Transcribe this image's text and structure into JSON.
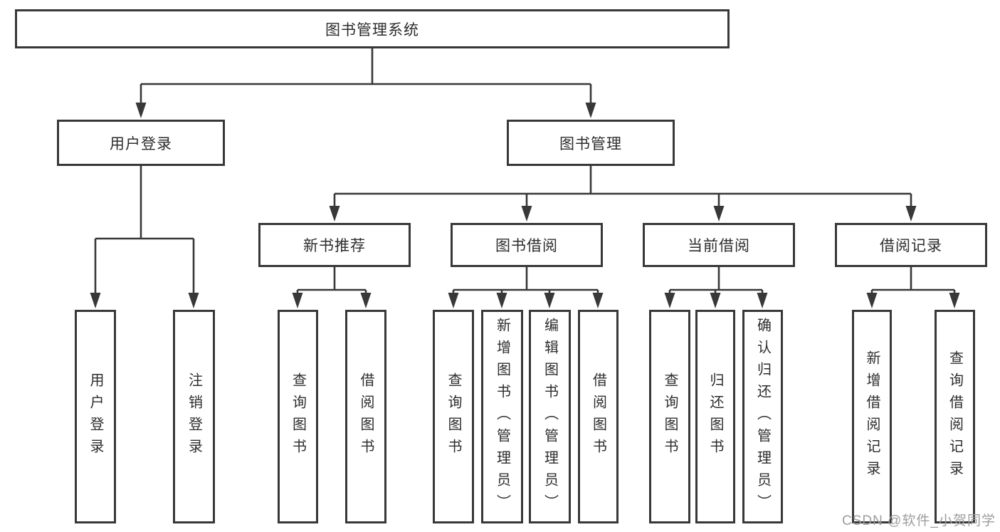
{
  "tree": {
    "label": "图书管理系统",
    "children": [
      {
        "label": "用户登录",
        "children": [
          {
            "label": "用户登录"
          },
          {
            "label": "注销登录"
          }
        ]
      },
      {
        "label": "图书管理",
        "children": [
          {
            "label": "新书推荐",
            "children": [
              {
                "label": "查询图书"
              },
              {
                "label": "借阅图书"
              }
            ]
          },
          {
            "label": "图书借阅",
            "children": [
              {
                "label": "查询图书"
              },
              {
                "label": "新增图书（管理员）"
              },
              {
                "label": "编辑图书（管理员）"
              },
              {
                "label": "借阅图书"
              }
            ]
          },
          {
            "label": "当前借阅",
            "children": [
              {
                "label": "查询图书"
              },
              {
                "label": "归还图书"
              },
              {
                "label": "确认归还（管理员）"
              }
            ]
          },
          {
            "label": "借阅记录",
            "children": [
              {
                "label": "新增借阅记录"
              },
              {
                "label": "查询借阅记录"
              }
            ]
          }
        ]
      }
    ]
  },
  "watermark": "CSDN @软件_小贺同学",
  "colors": {
    "line": "#383838",
    "text": "#2d2d2d",
    "watermark": "#9d9d9d",
    "background": "#ffffff"
  }
}
